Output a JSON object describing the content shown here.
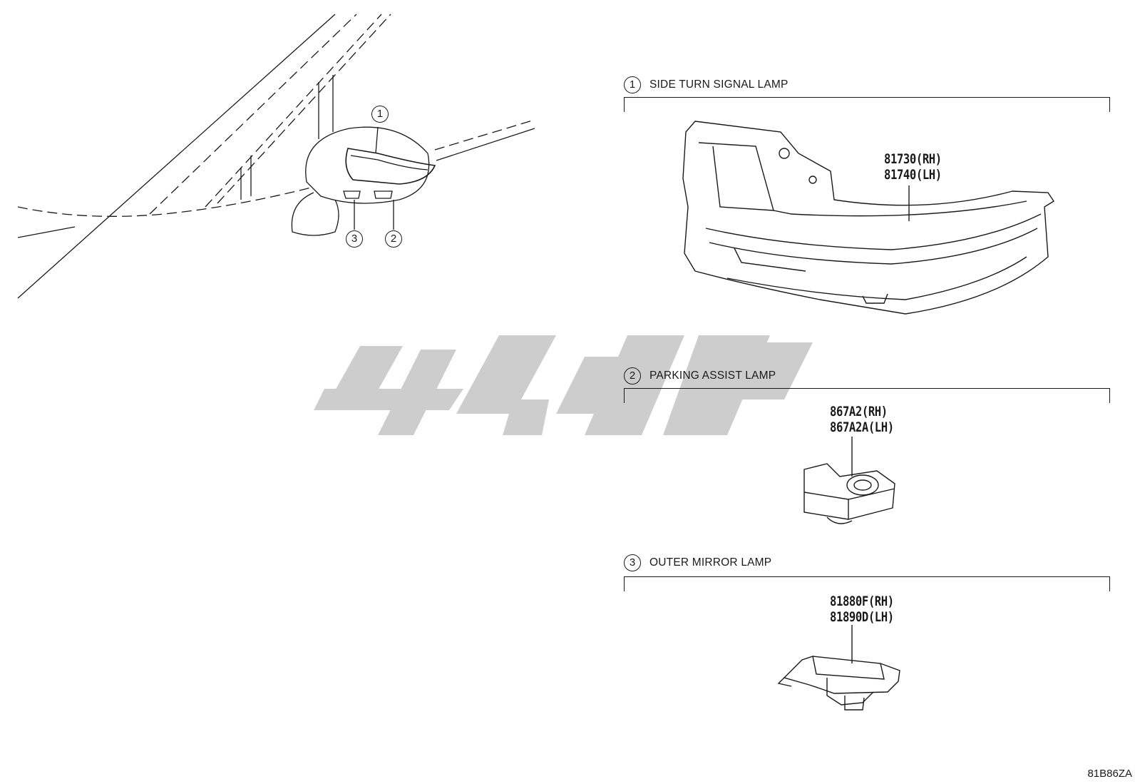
{
  "sections": [
    {
      "number": "1",
      "title": "SIDE TURN SIGNAL LAMP",
      "parts": [
        "81730(RH)",
        "81740(LH)"
      ]
    },
    {
      "number": "2",
      "title": "PARKING ASSIST LAMP",
      "parts": [
        "867A2(RH)",
        "867A2A(LH)"
      ]
    },
    {
      "number": "3",
      "title": "OUTER MIRROR LAMP",
      "parts": [
        "81880F(RH)",
        "81890D(LH)"
      ]
    }
  ],
  "overview_callouts": [
    "1",
    "2",
    "3"
  ],
  "watermark": {
    "color": "#c8c8c8"
  },
  "drawing_code": "81B86ZA"
}
